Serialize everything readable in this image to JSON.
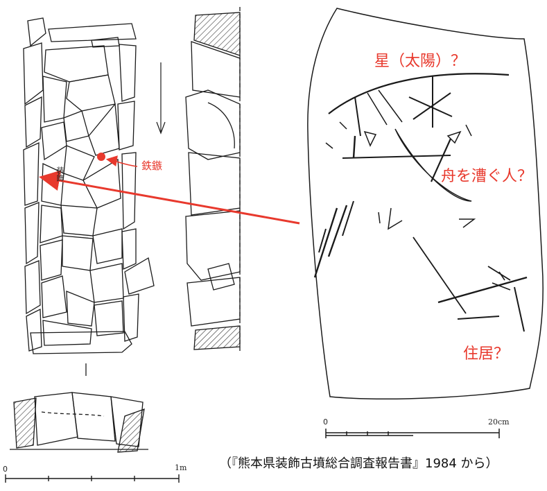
{
  "labels": {
    "star": "星（太陽）？",
    "boat": "舟を漕ぐ人？",
    "house": "住居？",
    "arrowhead": "鉄鏃",
    "decoration": "装飾",
    "source": "（『熊本県装飾古墳総合調査報告書』1984 から）"
  },
  "scales": {
    "right_start": "0",
    "right_end": "20cm",
    "left_start": "0",
    "left_end": "1m"
  },
  "colors": {
    "annotation": "#e8392d",
    "line": "#1a1a1a"
  }
}
